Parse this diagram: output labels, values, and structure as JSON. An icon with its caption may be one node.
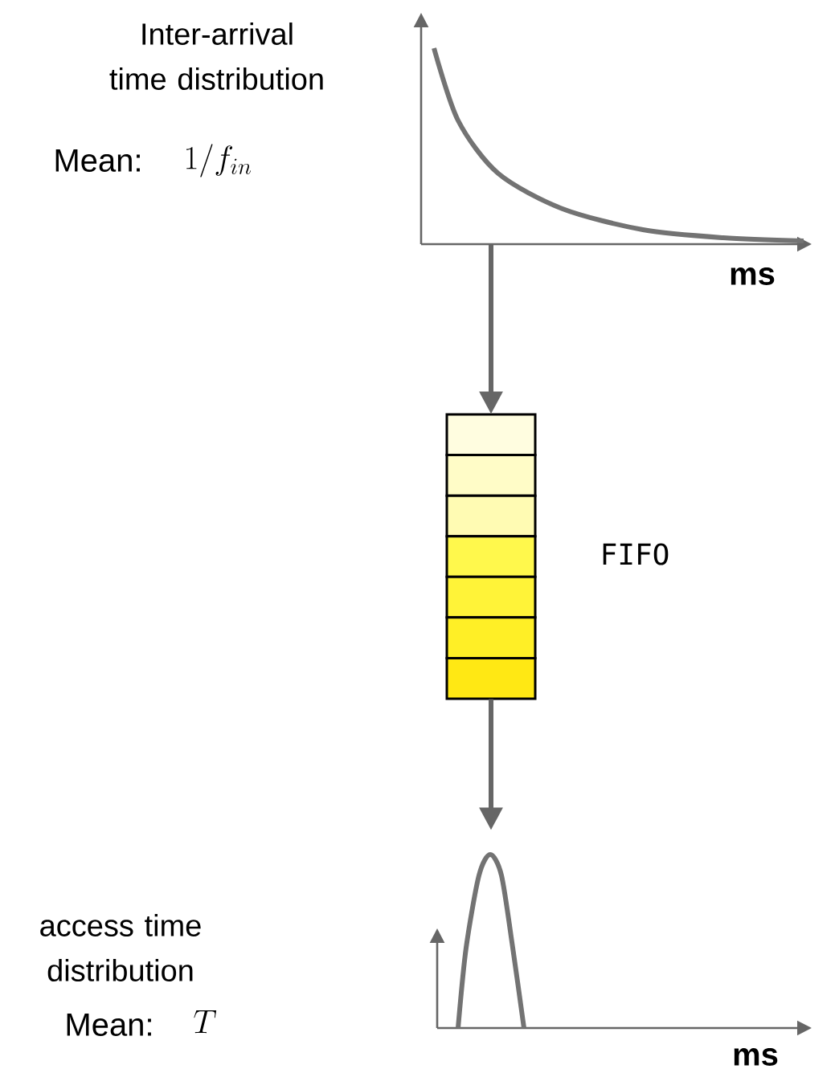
{
  "diagram": {
    "nodes": [
      {
        "text": [],
        "shape": "picture",
        "beside": [
          "Inter-arrival time distribution",
          "Mean:",
          "1/f_{in}",
          "ms"
        ]
      },
      {
        "text": [],
        "shape": "box",
        "beside": [
          "FIFO"
        ]
      },
      {
        "text": [],
        "shape": "picture",
        "beside": [
          "access time distribution",
          "Mean:",
          "T",
          "ms"
        ]
      }
    ],
    "edges": [
      {
        "from": 0,
        "to": 1,
        "arrow": "to"
      },
      {
        "from": 1,
        "to": 2,
        "arrow": "to"
      }
    ]
  }
}
